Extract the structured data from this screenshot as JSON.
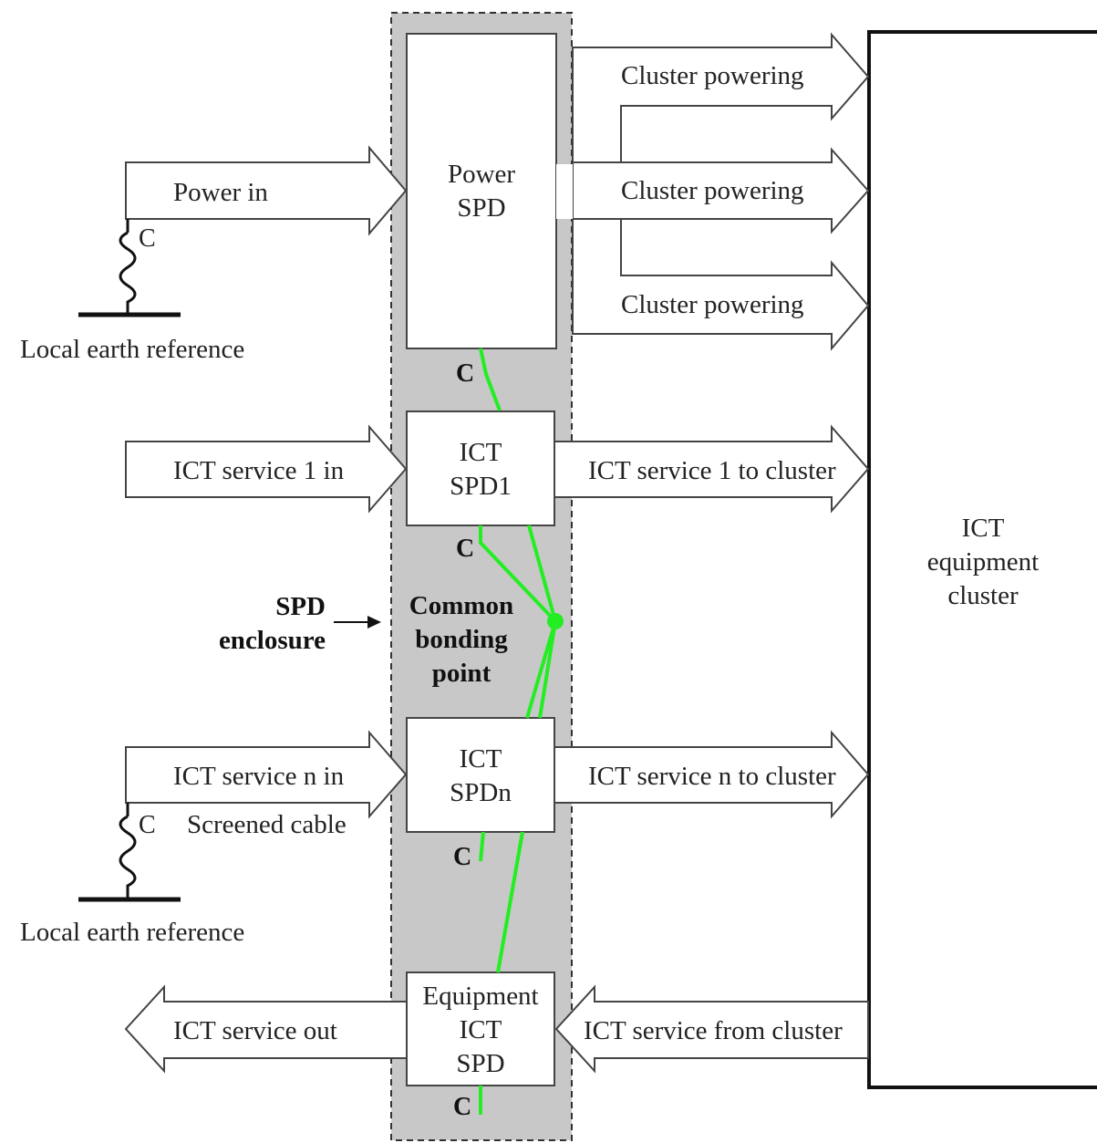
{
  "enclosure": {
    "label_line1": "SPD",
    "label_line2": "enclosure"
  },
  "common_bonding_point": {
    "line1": "Common",
    "line2": "bonding",
    "line3": "point"
  },
  "power_spd": {
    "line1": "Power",
    "line2": "SPD"
  },
  "ict_spd1": {
    "line1": "ICT",
    "line2": "SPD1"
  },
  "ict_spdn": {
    "line1": "ICT",
    "line2": "SPDn"
  },
  "equipment_spd": {
    "line1": "Equipment",
    "line2": "ICT",
    "line3": "SPD"
  },
  "cluster_box": {
    "line1": "ICT",
    "line2": "equipment",
    "line3": "cluster"
  },
  "arrows": {
    "power_in": "Power in",
    "cluster_powering_1": "Cluster powering",
    "cluster_powering_2": "Cluster powering",
    "cluster_powering_3": "Cluster powering",
    "ict_service_1_in": "ICT service 1 in",
    "ict_service_1_to_cluster": "ICT service 1 to cluster",
    "ict_service_n_in": "ICT service n in",
    "ict_service_n_to_cluster": "ICT service n to cluster",
    "ict_service_out": "ICT service out",
    "ict_service_from_cluster": "ICT service from cluster"
  },
  "screened_cable": "Screened cable",
  "earth_top": {
    "label": "Local earth reference",
    "c": "C"
  },
  "earth_bottom": {
    "label": "Local earth reference",
    "c": "C"
  },
  "connection_labels": {
    "power_spd": "C",
    "spd1": "C",
    "spdn": "C",
    "equipment": "C"
  },
  "colors": {
    "enclosure_fill": "#c8c8c8",
    "bond_wire": "#22ee22",
    "outline": "#333333"
  }
}
